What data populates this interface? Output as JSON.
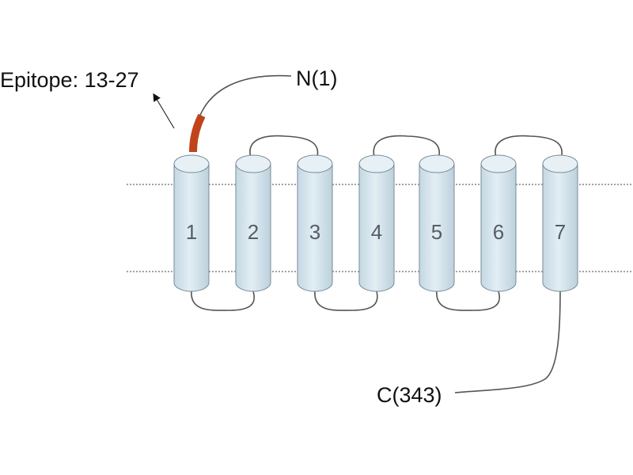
{
  "labels": {
    "epitope": "Epitope: 13-27",
    "n_terminus": "N(1)",
    "c_terminus": "C(343)"
  },
  "helices": [
    "1",
    "2",
    "3",
    "4",
    "5",
    "6",
    "7"
  ],
  "colors": {
    "epitope": "#c0441b",
    "helix_fill": "#d3e3ec",
    "helix_top": "#e6f0f5",
    "helix_stroke": "#7a8a96",
    "line": "#555555",
    "membrane": "#444444"
  }
}
